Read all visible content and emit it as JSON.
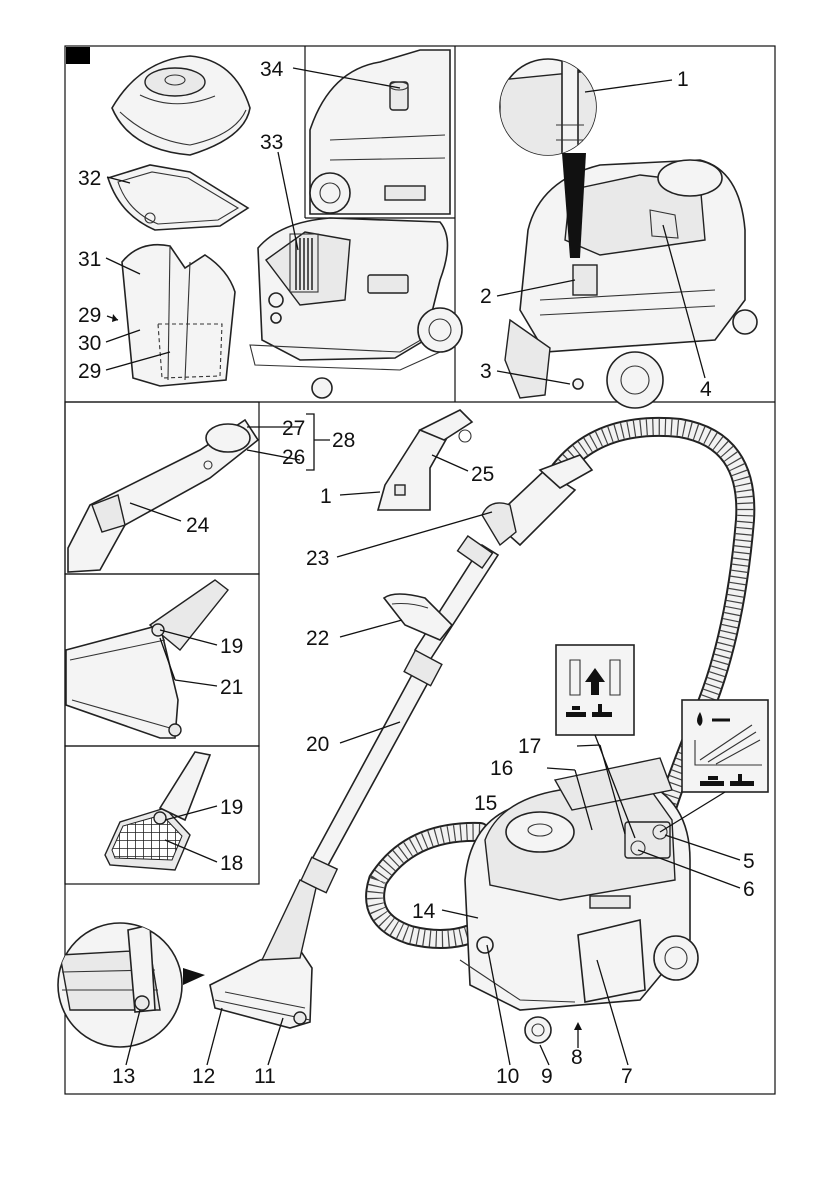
{
  "callouts": [
    "1",
    "2",
    "3",
    "4",
    "5",
    "6",
    "7",
    "8",
    "9",
    "10",
    "11",
    "12",
    "13",
    "14",
    "15",
    "16",
    "17",
    "18",
    "19",
    "20",
    "21",
    "22",
    "23",
    "24",
    "25",
    "26",
    "27",
    "28",
    "29",
    "30",
    "31",
    "32",
    "33",
    "34"
  ],
  "icons": {
    "filter_panel": "filter-change-icon",
    "spray_panel": "spray-water-icon"
  },
  "colors": {
    "line": "#111111",
    "fill": "#f4f4f4",
    "badge": "#000000"
  }
}
